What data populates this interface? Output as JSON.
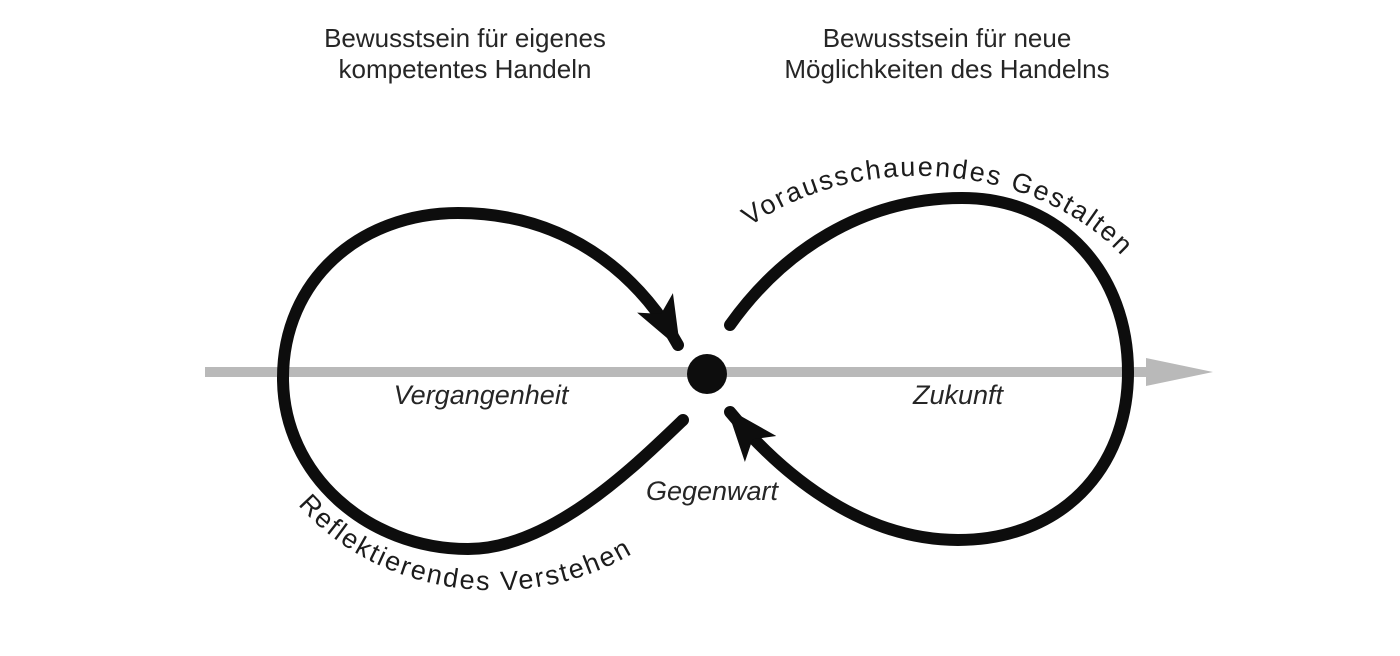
{
  "colors": {
    "background": "#ffffff",
    "ink": "#0d0d0d",
    "text": "#262626",
    "axis_gray": "#b9b9b9"
  },
  "titles": {
    "left": {
      "line1": "Bewusstsein für eigenes",
      "line2": "kompetentes Handeln"
    },
    "right": {
      "line1": "Bewusstsein für neue",
      "line2": "Möglichkeiten des Handelns"
    }
  },
  "loops": {
    "right_top_label": "Vorausschauendes Gestalten",
    "left_bottom_label": "Reflektierendes Verstehen"
  },
  "timeline": {
    "past": "Vergangenheit",
    "future": "Zukunft",
    "present": "Gegenwart"
  }
}
